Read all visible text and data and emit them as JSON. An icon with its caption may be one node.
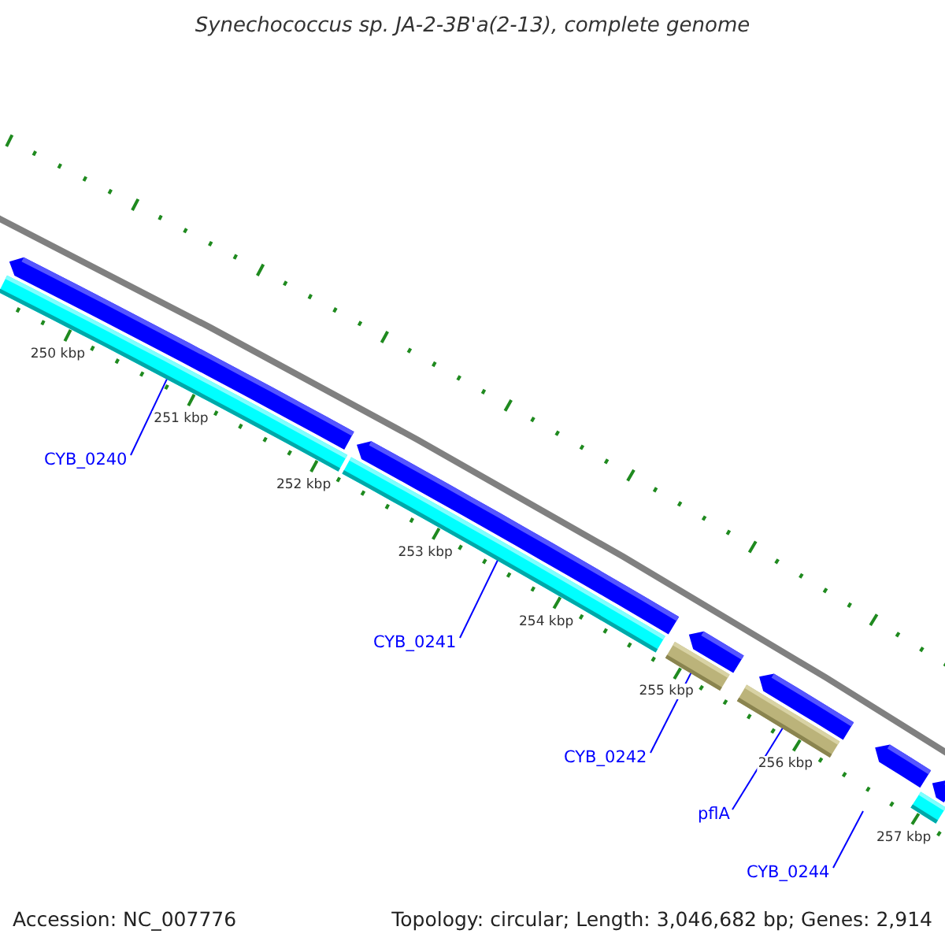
{
  "diagram": {
    "title": "Synechococcus sp. JA-2-3B'a(2-13), complete genome",
    "nodes": [
      {
        "text": [],
        "shape": "bar"
      },
      {
        "text": [],
        "shape": "bar"
      },
      {
        "text": [],
        "shape": "bar"
      },
      {
        "text": [],
        "shape": "bar"
      },
      {
        "text": [],
        "shape": "bar"
      },
      {
        "text": [],
        "shape": "arrow"
      },
      {
        "text": [],
        "shape": "arrow"
      },
      {
        "text": [],
        "shape": "arrow"
      },
      {
        "text": [],
        "shape": "arrow"
      },
      {
        "text": [],
        "shape": "arrow"
      },
      {
        "text": [],
        "shape": "arrow"
      },
      {
        "text": [
          "CYB_0240"
        ]
      },
      {
        "text": [
          "CYB_0241"
        ]
      },
      {
        "text": [
          "CYB_0242"
        ]
      },
      {
        "text": [
          "pflA"
        ]
      },
      {
        "text": [
          "CYB_0244"
        ]
      }
    ],
    "edges": [
      {
        "from": 11,
        "to": 0,
        "arrow": "none"
      },
      {
        "from": 12,
        "to": 1,
        "arrow": "none"
      },
      {
        "from": 13,
        "to": 2,
        "arrow": "none"
      },
      {
        "from": 14,
        "to": 3,
        "arrow": "none"
      },
      {
        "from": 15,
        "to": null,
        "arrow": "none"
      }
    ],
    "labels": [
      "250 kbp",
      "251 kbp",
      "252 kbp",
      "253 kbp",
      "254 kbp",
      "255 kbp",
      "256 kbp",
      "257 kbp",
      "Accession: NC_007776",
      "Topology: circular; Length: 3,046,682 bp; Genes: 2,914"
    ]
  }
}
